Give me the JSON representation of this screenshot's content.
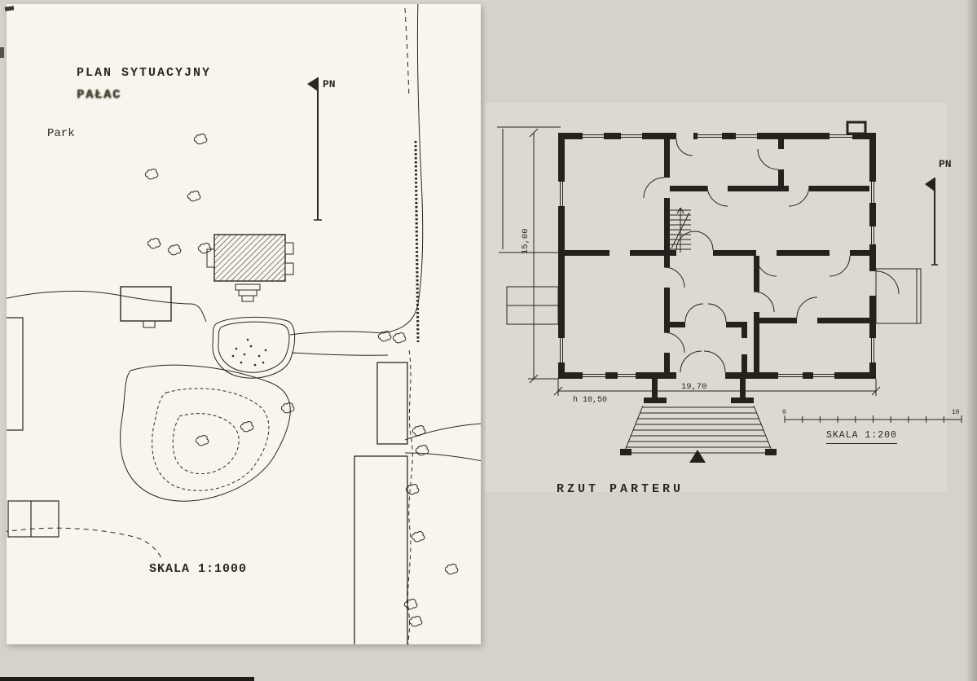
{
  "site_plan": {
    "title": "PLAN SYTUACYJNY",
    "subtitle": "PAŁAC",
    "park_label": "Park",
    "scale_label": "SKALA 1:1000",
    "north_label": "PN"
  },
  "floor_plan": {
    "title": "RZUT PARTERU",
    "scale_label": "SKALA 1:200",
    "north_label": "PN",
    "width_dimension": "19,70",
    "depth_dimension": "15,00",
    "height_note": "h 10,50",
    "scale_bar": {
      "start_label": "0",
      "end_label": "10"
    }
  },
  "colors": {
    "ink": "#2b2822",
    "paper": "#f7f5ee",
    "background": "#d5d2ca"
  }
}
